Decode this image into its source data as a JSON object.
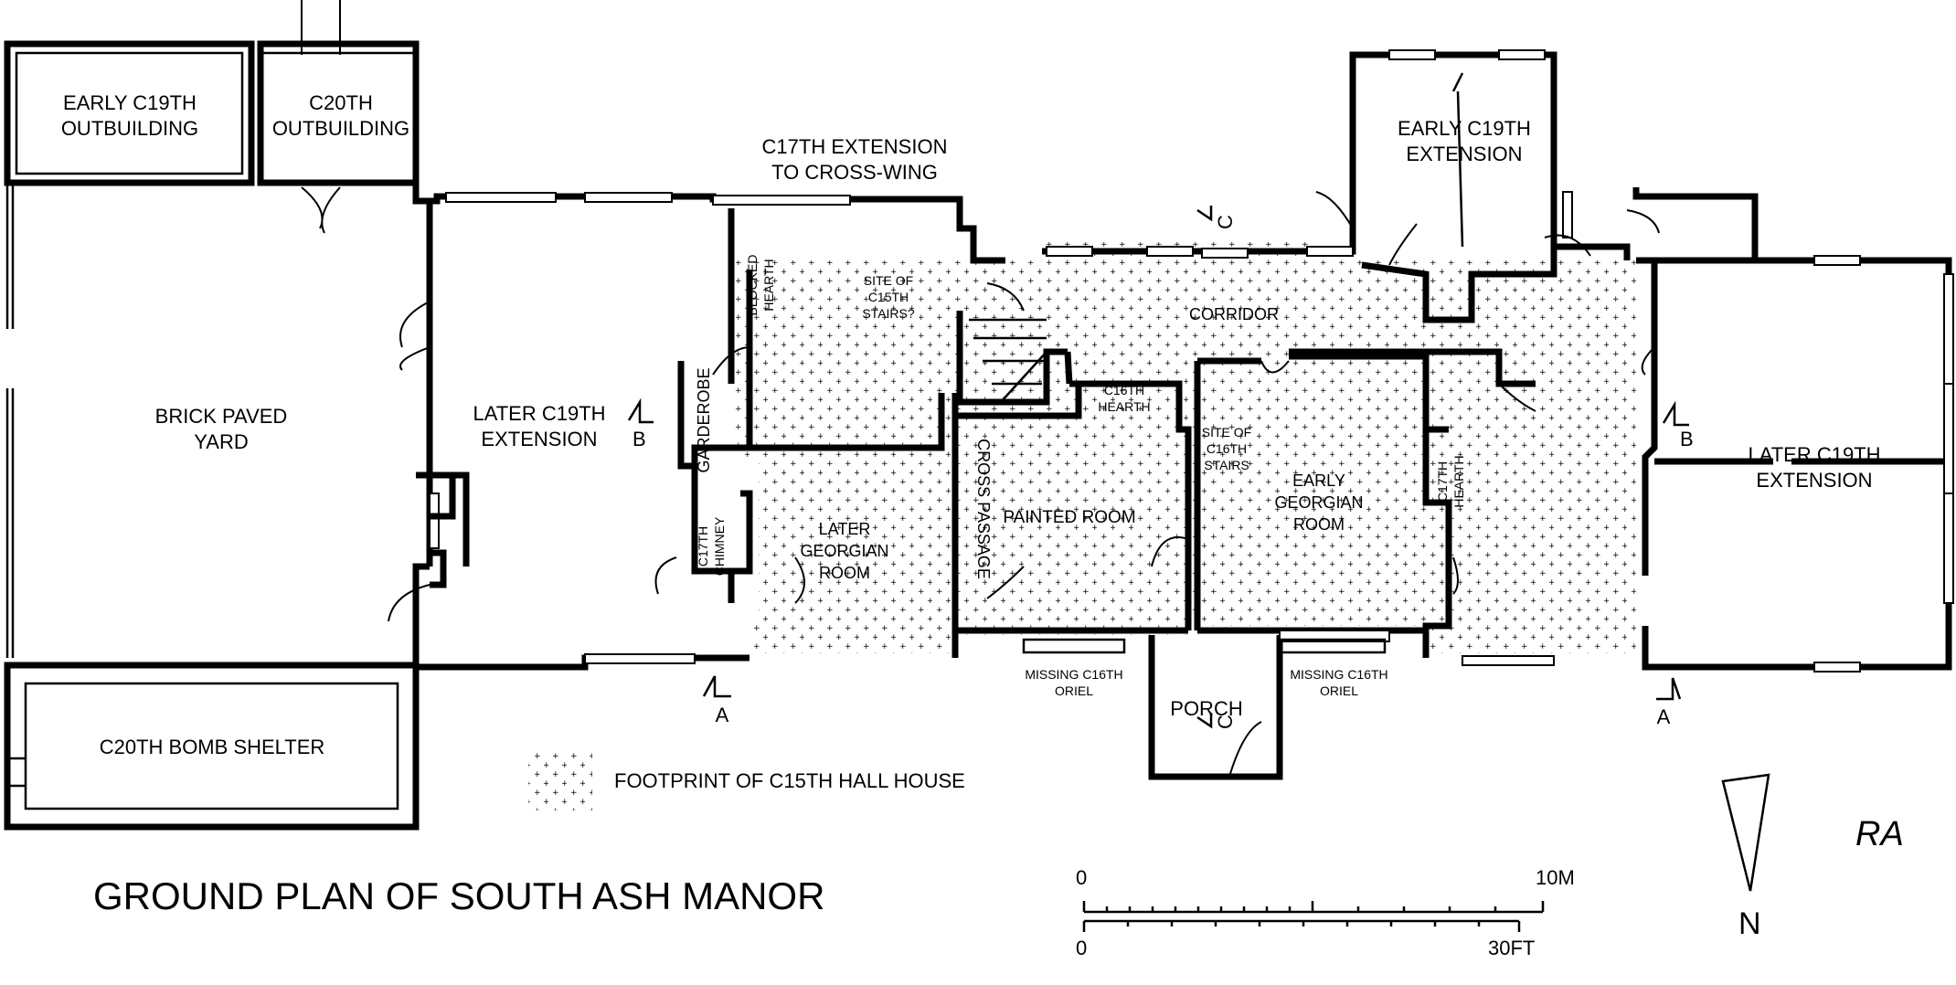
{
  "title": "GROUND PLAN OF SOUTH ASH MANOR",
  "labels": {
    "early_c19th_outbuilding": [
      "EARLY C19TH",
      "OUTBUILDING"
    ],
    "c20th_outbuilding": [
      "C20TH",
      "OUTBUILDING"
    ],
    "c17th_extension": [
      "C17TH EXTENSION",
      "TO CROSS-WING"
    ],
    "early_c19th_extension": [
      "EARLY C19TH",
      "EXTENSION"
    ],
    "brick_paved_yard": [
      "BRICK PAVED",
      "YARD"
    ],
    "later_c19th_extension_west": [
      "LATER C19TH",
      "EXTENSION"
    ],
    "later_c19th_extension_east": [
      "LATER C19TH",
      "EXTENSION"
    ],
    "blocked_hearth": [
      "BLOCKED",
      "HEARTH"
    ],
    "site_c15th_stairs": [
      "SITE OF",
      "C15TH",
      "STAIRS?"
    ],
    "corridor": "CORRIDOR",
    "garderobe": "GARDEROBE",
    "c16th_hearth": [
      "C16TH",
      "HEARTH"
    ],
    "site_c16th_stairs": [
      "SITE OF",
      "C16TH",
      "STAIRS"
    ],
    "early_georgian_room": [
      "EARLY",
      "GEORGIAN",
      "ROOM"
    ],
    "c17th_hearth": [
      "C17TH",
      "HEARTH"
    ],
    "cross_passage": "CROSS PASSAGE",
    "painted_room": "PAINTED ROOM",
    "later_georgian_room": [
      "LATER",
      "GEORGIAN",
      "ROOM"
    ],
    "c17th_chimney": [
      "C17TH",
      "CHIMNEY"
    ],
    "c20th_bomb_shelter": "C20TH BOMB SHELTER",
    "missing_oriel_left": [
      "MISSING C16TH",
      "ORIEL"
    ],
    "missing_oriel_right": [
      "MISSING C16TH",
      "ORIEL"
    ],
    "porch": "PORCH"
  },
  "section_markers": {
    "a": "A",
    "b": "B",
    "c": "C"
  },
  "legend": {
    "footprint_label": "FOOTPRINT OF C15TH HALL HOUSE"
  },
  "scale_bar": {
    "metric_start": "0",
    "metric_end": "10M",
    "imperial_start": "0",
    "imperial_end": "30FT"
  },
  "north_label": "N",
  "signature": "RA"
}
